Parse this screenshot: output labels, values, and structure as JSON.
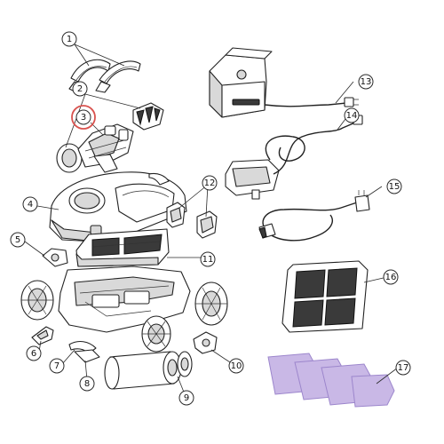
{
  "callouts": [
    {
      "id": "1",
      "label": "1"
    },
    {
      "id": "2",
      "label": "2"
    },
    {
      "id": "3",
      "label": "3"
    },
    {
      "id": "4",
      "label": "4"
    },
    {
      "id": "5",
      "label": "5"
    },
    {
      "id": "6",
      "label": "6"
    },
    {
      "id": "7",
      "label": "7"
    },
    {
      "id": "8",
      "label": "8"
    },
    {
      "id": "9",
      "label": "9"
    },
    {
      "id": "10",
      "label": "10"
    },
    {
      "id": "11",
      "label": "11"
    },
    {
      "id": "12",
      "label": "12"
    },
    {
      "id": "13",
      "label": "13"
    },
    {
      "id": "14",
      "label": "14"
    },
    {
      "id": "15",
      "label": "15"
    },
    {
      "id": "16",
      "label": "16"
    },
    {
      "id": "17",
      "label": "17"
    }
  ],
  "colors": {
    "highlight_ring": "#d9534f",
    "filter_element": "#c9b8e6",
    "filter_element_stroke": "#9c86cc"
  }
}
